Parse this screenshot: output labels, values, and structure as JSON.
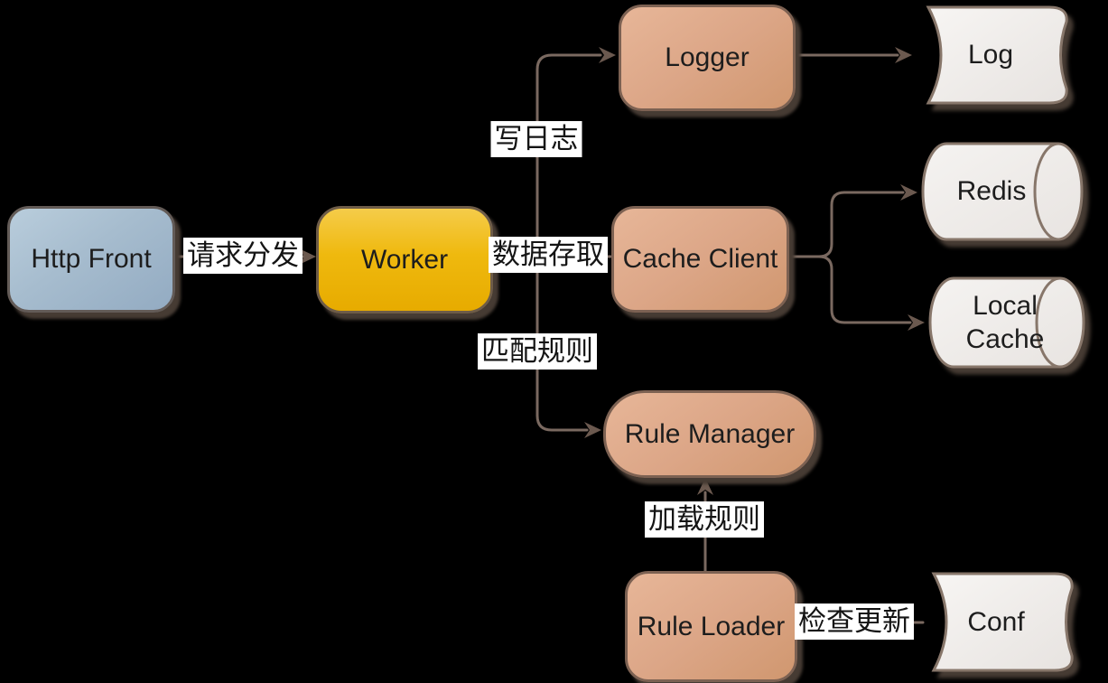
{
  "palette": {
    "background": "#000000",
    "connector_line": "#7a6960",
    "arrowhead": "#6b594f",
    "node_text": "#1d1d1d",
    "edge_label_bg": "#ffffff",
    "edge_label_text": "#141414",
    "http_front_fill": "#a6bcce",
    "worker_fill": "#efb90e",
    "component_fill": "#dca687",
    "datastore_fill": "#f0edea",
    "component_border": "#7c6152"
  },
  "nodes": {
    "http_front": {
      "label": "Http Front",
      "shape": "rounded-rect"
    },
    "worker": {
      "label": "Worker",
      "shape": "rounded-rect"
    },
    "logger": {
      "label": "Logger",
      "shape": "rounded-rect"
    },
    "log": {
      "label": "Log",
      "shape": "stored-data"
    },
    "cache_client": {
      "label": "Cache Client",
      "shape": "rounded-rect"
    },
    "redis": {
      "label": "Redis",
      "shape": "cylinder"
    },
    "local_cache": {
      "label": "Local Cache",
      "shape": "cylinder"
    },
    "rule_manager": {
      "label": "Rule Manager",
      "shape": "stadium"
    },
    "rule_loader": {
      "label": "Rule Loader",
      "shape": "rounded-rect"
    },
    "conf": {
      "label": "Conf",
      "shape": "stored-data"
    }
  },
  "edges": {
    "dispatch": {
      "label": "请求分发",
      "from": "http_front",
      "to": "worker"
    },
    "write_log": {
      "label": "写日志",
      "from": "worker",
      "to": "logger"
    },
    "logger_log": {
      "label": "",
      "from": "logger",
      "to": "log"
    },
    "data_access": {
      "label": "数据存取",
      "from": "worker",
      "to": "cache_client"
    },
    "to_redis": {
      "label": "",
      "from": "cache_client",
      "to": "redis"
    },
    "to_local_cache": {
      "label": "",
      "from": "cache_client",
      "to": "local_cache"
    },
    "match_rules": {
      "label": "匹配规则",
      "from": "worker",
      "to": "rule_manager"
    },
    "load_rules": {
      "label": "加载规则",
      "from": "rule_loader",
      "to": "rule_manager"
    },
    "check_update": {
      "label": "检查更新",
      "from": "conf",
      "to": "rule_loader"
    }
  }
}
